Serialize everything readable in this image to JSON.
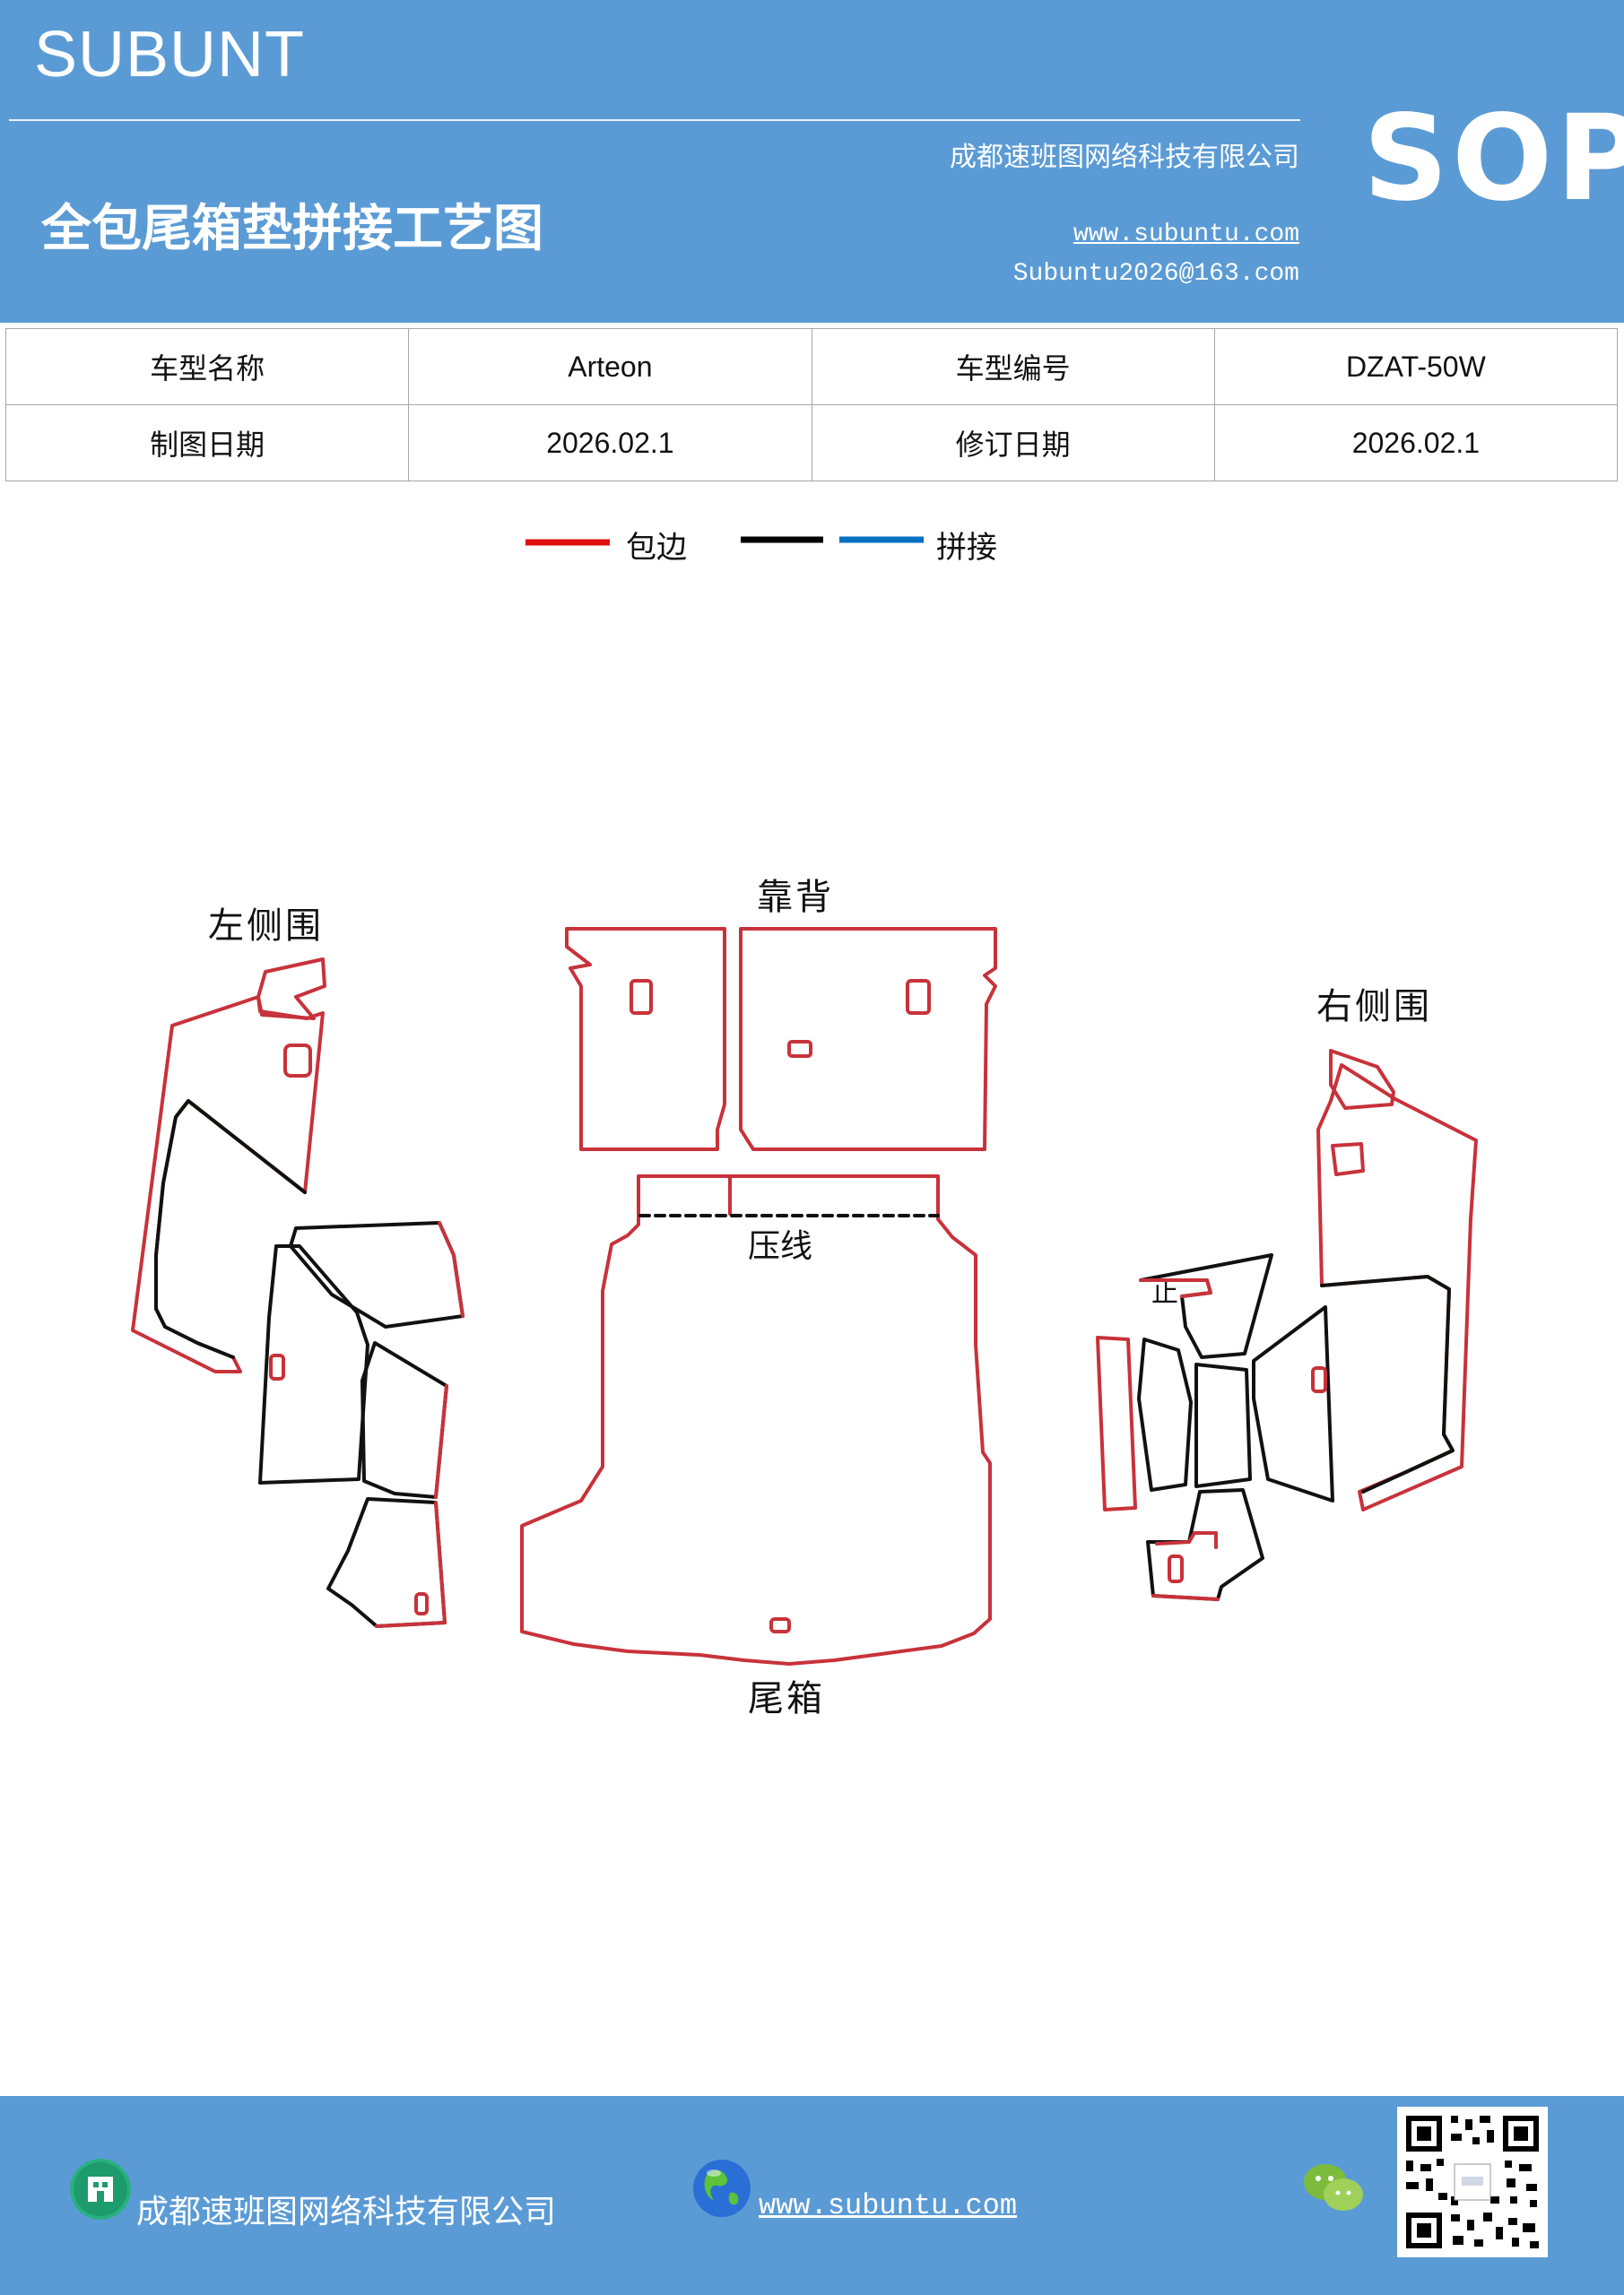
{
  "header": {
    "brand": "SUBUNT",
    "company": "成都速班图网络科技有限公司",
    "title": "全包尾箱垫拼接工艺图",
    "website": "www.subuntu.com",
    "email": "Subuntu2026@163.com",
    "badge": "SOP"
  },
  "info": {
    "model_name_label": "车型名称",
    "model_name": "Arteon",
    "model_code_label": "车型编号",
    "model_code": "DZAT-50W",
    "draw_date_label": "制图日期",
    "draw_date": "2026.02.1",
    "revise_date_label": "修订日期",
    "revise_date": "2026.02.1"
  },
  "legend": {
    "wrap_label": "包边",
    "splice_label": "拼接",
    "colors": {
      "wrap": "#e01010",
      "splice_black": "#000000",
      "splice_blue": "#0070c0"
    }
  },
  "diagram": {
    "left_side": "左侧围",
    "backrest": "靠背",
    "right_side": "右侧围",
    "press_line": "压线",
    "trunk": "尾箱",
    "mark": "止",
    "outline_color": "#c8323a",
    "inner_color": "#111111"
  },
  "footer": {
    "company": "成都速班图网络科技有限公司",
    "website": "www.subuntu.com",
    "icons": [
      "building-icon",
      "globe-icon",
      "wechat-icon",
      "qr-code"
    ]
  }
}
